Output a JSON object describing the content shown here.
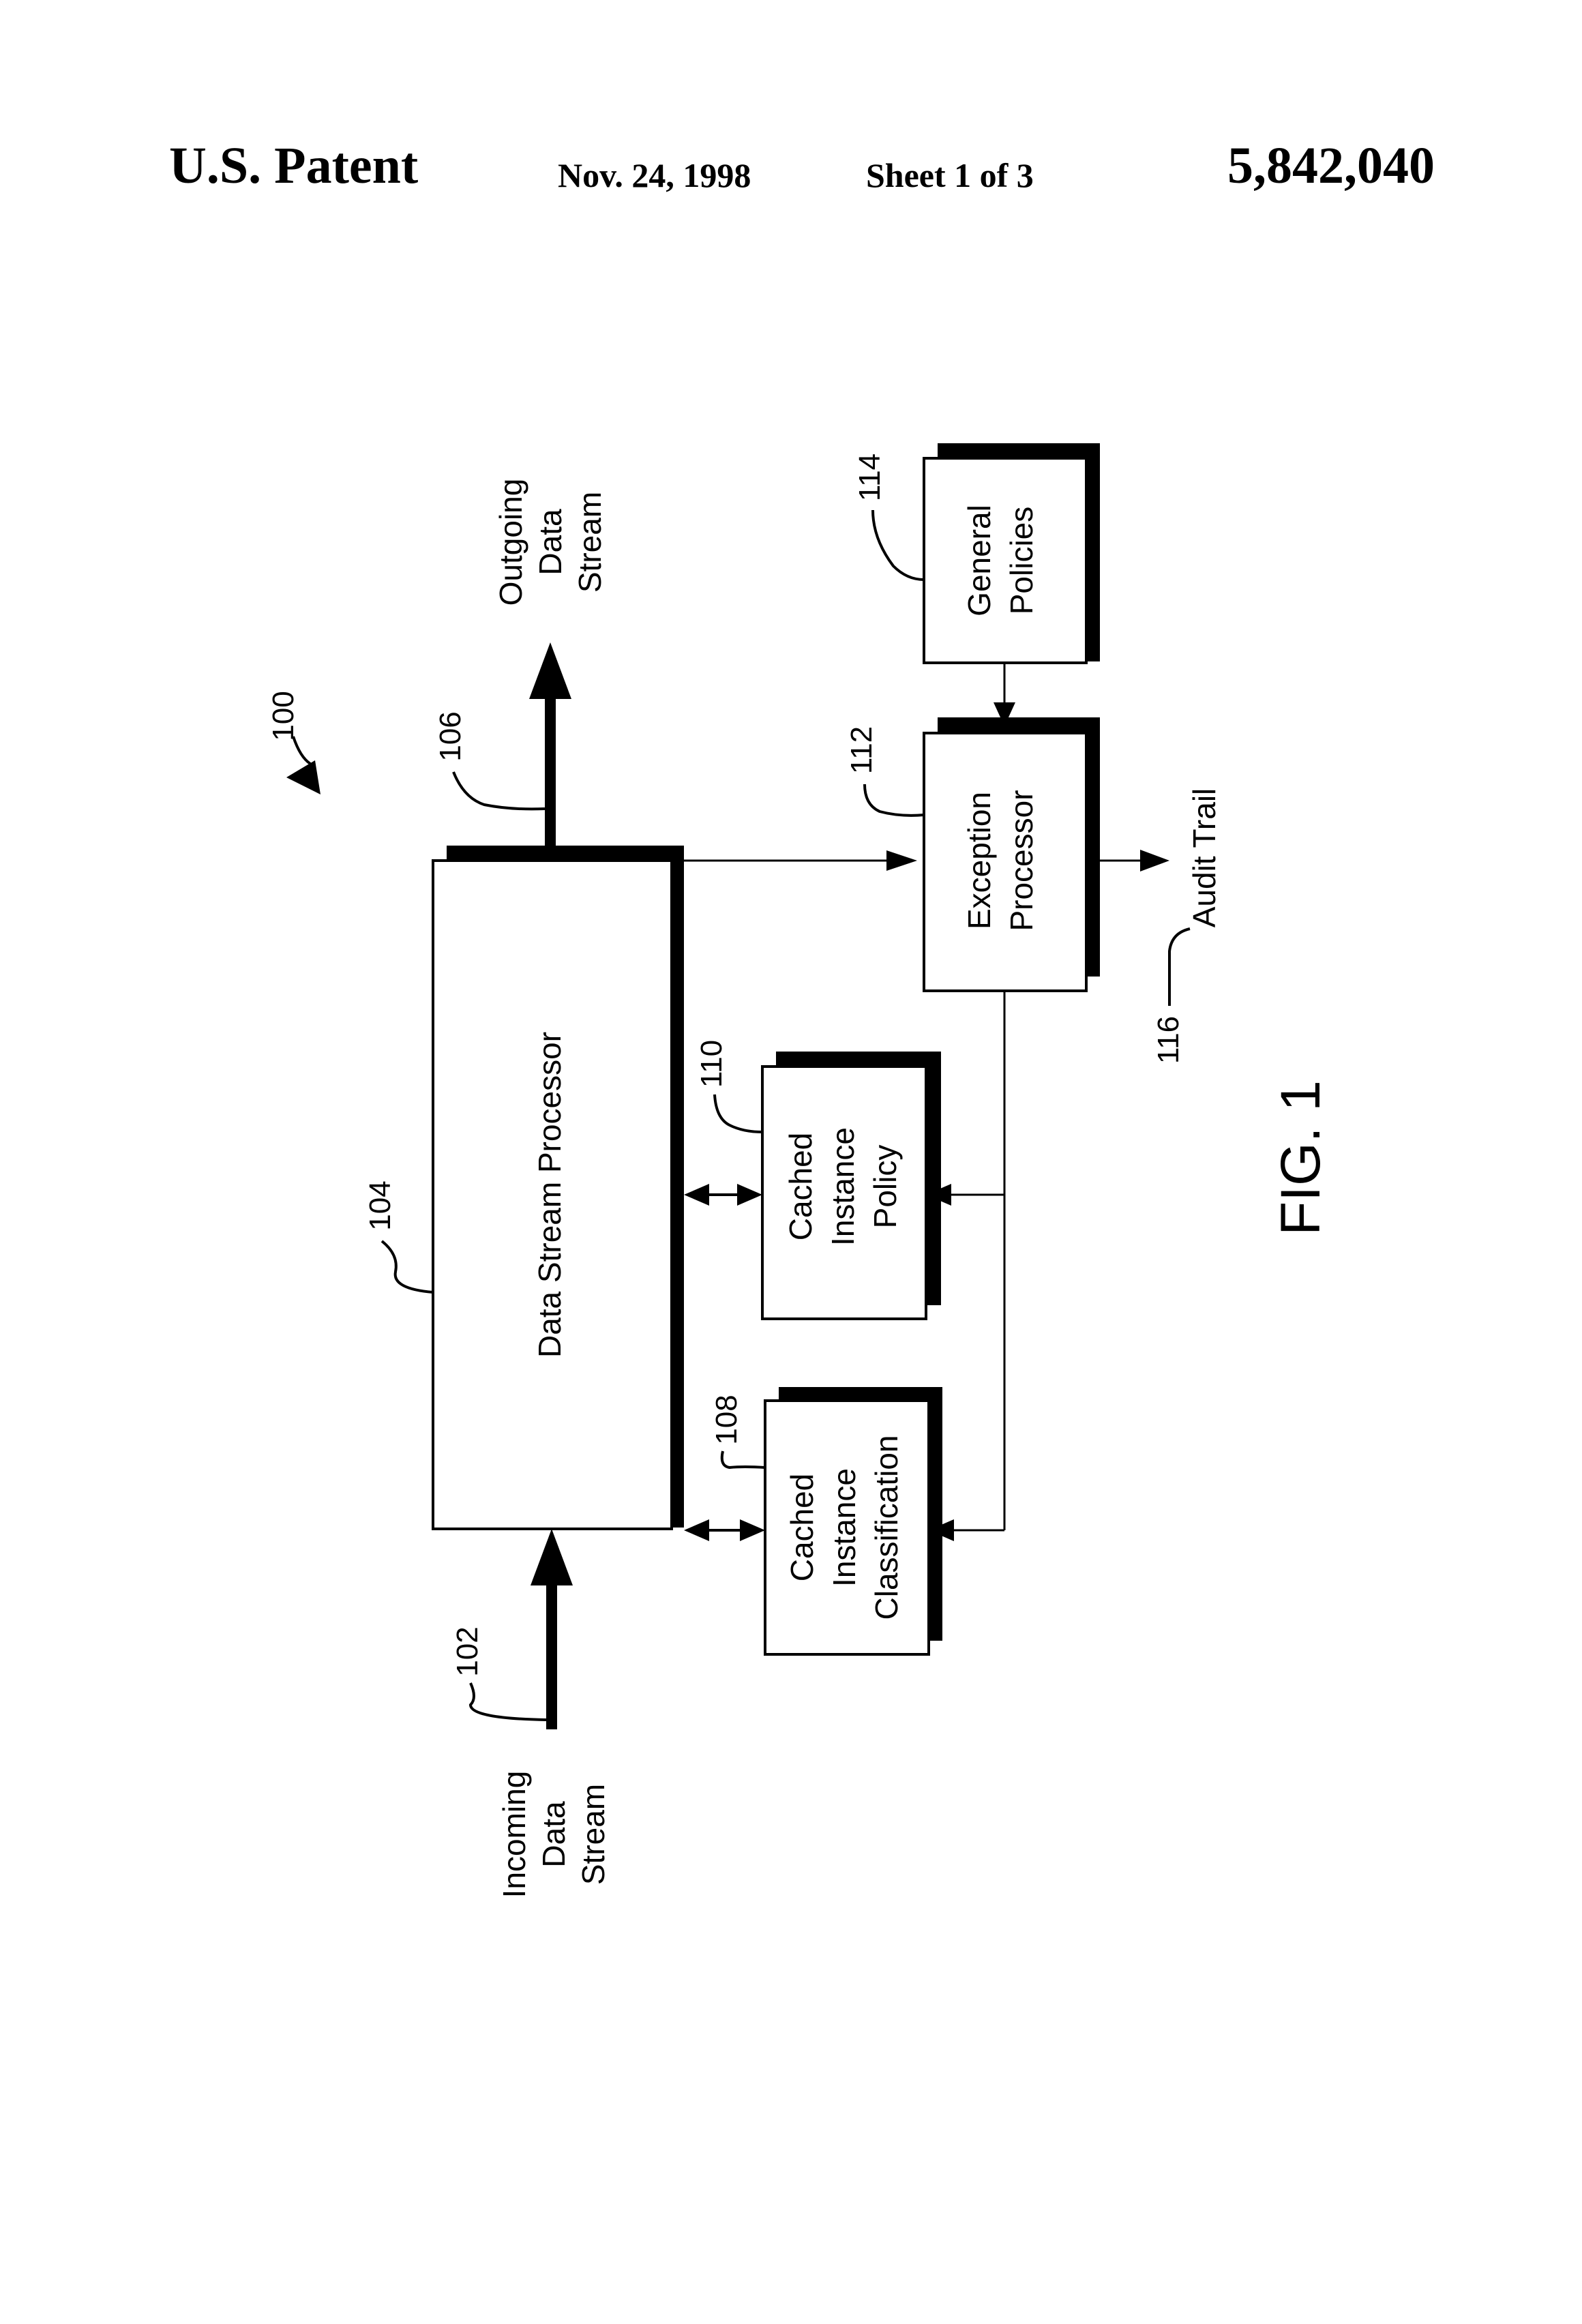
{
  "header": {
    "left": "U.S. Patent",
    "date": "Nov. 24, 1998",
    "sheet": "Sheet 1 of 3",
    "patent_number": "5,842,040"
  },
  "figure": {
    "caption": "FIG. 1",
    "refs": {
      "system": "100",
      "incoming": "102",
      "processor": "104",
      "outgoing": "106",
      "classification": "108",
      "policy": "110",
      "exception": "112",
      "general": "114",
      "audit": "116"
    },
    "blocks": {
      "processor": [
        "Data Stream Processor"
      ],
      "classification": [
        "Cached",
        "Instance",
        "Classification"
      ],
      "policy": [
        "Cached",
        "Instance",
        "Policy"
      ],
      "exception": [
        "Exception",
        "Processor"
      ],
      "general": [
        "General",
        "Policies"
      ]
    },
    "io": {
      "incoming": [
        "Incoming",
        "Data",
        "Stream"
      ],
      "outgoing": [
        "Outgoing",
        "Data",
        "Stream"
      ],
      "audit": [
        "Audit Trail"
      ]
    }
  }
}
